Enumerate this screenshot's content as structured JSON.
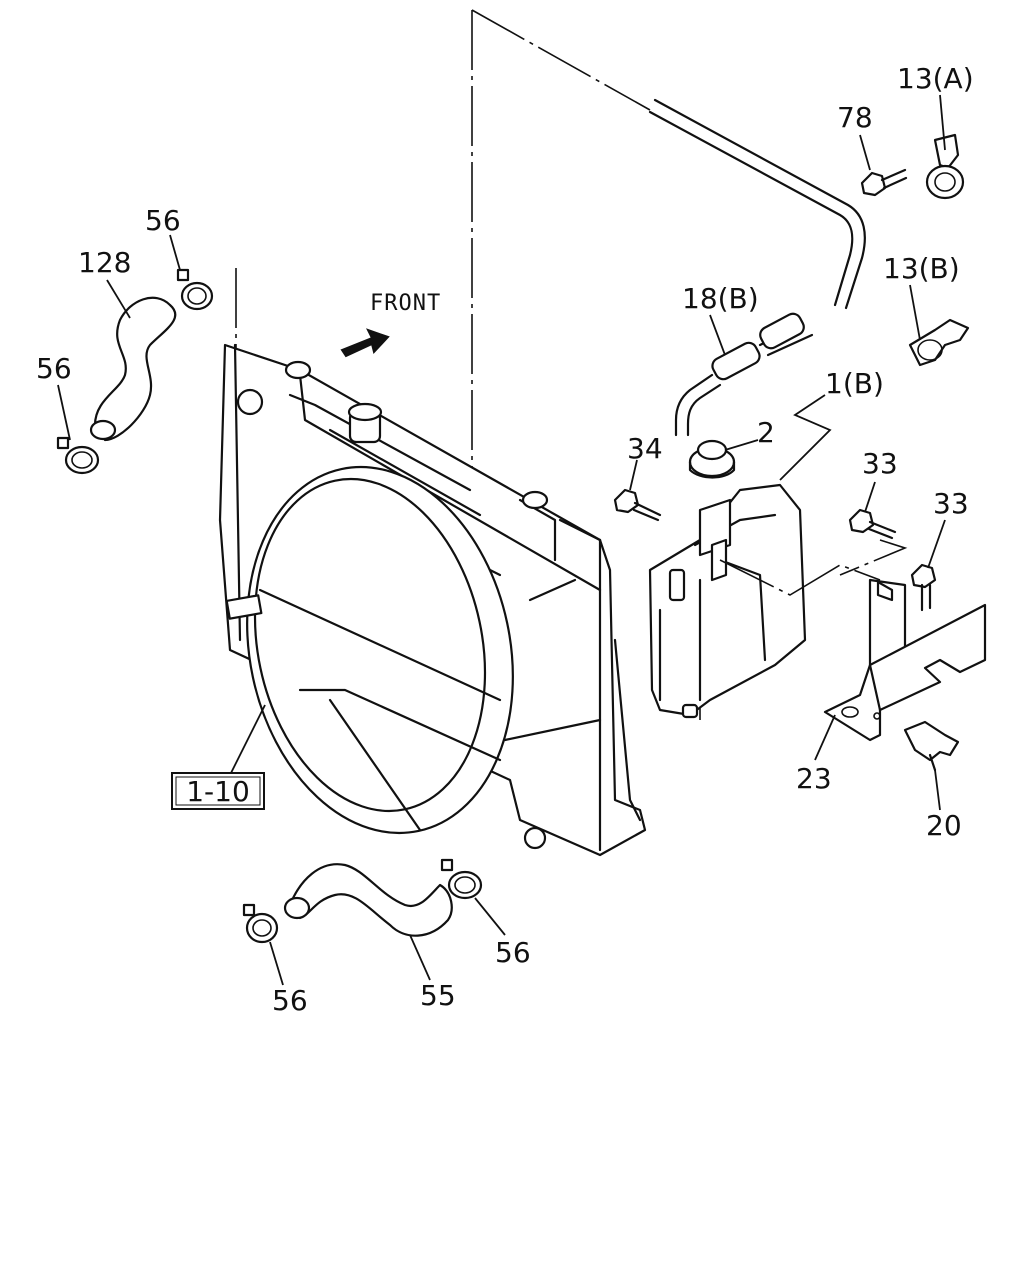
{
  "diagram": {
    "front_label": "FRONT",
    "ref_box_label": "1-10",
    "callouts": {
      "c13a": "13(A)",
      "c78": "78",
      "c13b": "13(B)",
      "c18b": "18(B)",
      "c1b": "1(B)",
      "c2": "2",
      "c34": "34",
      "c33a": "33",
      "c33b": "33",
      "c23": "23",
      "c20": "20",
      "c56_top": "56",
      "c128": "128",
      "c56_left": "56",
      "c56_mid": "56",
      "c56_bottom": "56",
      "c55": "55"
    }
  }
}
